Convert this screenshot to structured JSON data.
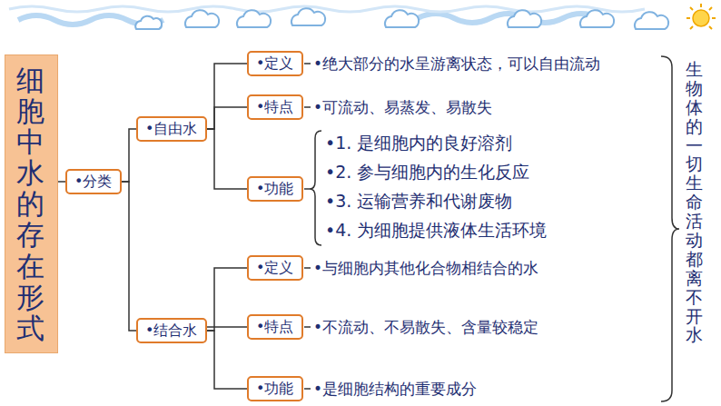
{
  "diagram": {
    "nodes": [
      {
        "text": [
          "细胞中水的存在形式"
        ]
      },
      {
        "text": [
          "•分类"
        ]
      },
      {
        "text": [
          "•自由水"
        ]
      },
      {
        "text": [
          "•定义"
        ]
      },
      {
        "text": [
          "•特点"
        ]
      },
      {
        "text": [
          "•功能"
        ]
      },
      {
        "text": [
          "•结合水"
        ]
      },
      {
        "text": [
          "•定义"
        ]
      },
      {
        "text": [
          "•特点"
        ]
      },
      {
        "text": [
          "•功能"
        ]
      }
    ],
    "edges": [
      {
        "from": 0,
        "to": 1,
        "arrow": "none"
      },
      {
        "from": 1,
        "to": 2,
        "arrow": "none"
      },
      {
        "from": 1,
        "to": 6,
        "arrow": "none"
      },
      {
        "from": 2,
        "to": 3,
        "arrow": "none"
      },
      {
        "from": 2,
        "to": 4,
        "arrow": "none"
      },
      {
        "from": 2,
        "to": 5,
        "arrow": "none"
      },
      {
        "from": 6,
        "to": 7,
        "arrow": "none"
      },
      {
        "from": 6,
        "to": 8,
        "arrow": "none"
      },
      {
        "from": 6,
        "to": 9,
        "arrow": "none"
      }
    ],
    "labels": [
      "•绝大部分的水呈游离状态，可以自由流动",
      "•可流动、易蒸发、易散失",
      "•1. 是细胞内的良好溶剂",
      "•2. 参与细胞内的生化反应",
      "•3. 运输营养和代谢废物",
      "•4. 为细胞提供液体生活环境",
      "•与细胞内其他化合物相结合的水",
      "•不流动、不易散失、含量较稳定",
      "•是细胞结构的重要成分",
      "生物体的一切生命活动都离不开水"
    ]
  }
}
